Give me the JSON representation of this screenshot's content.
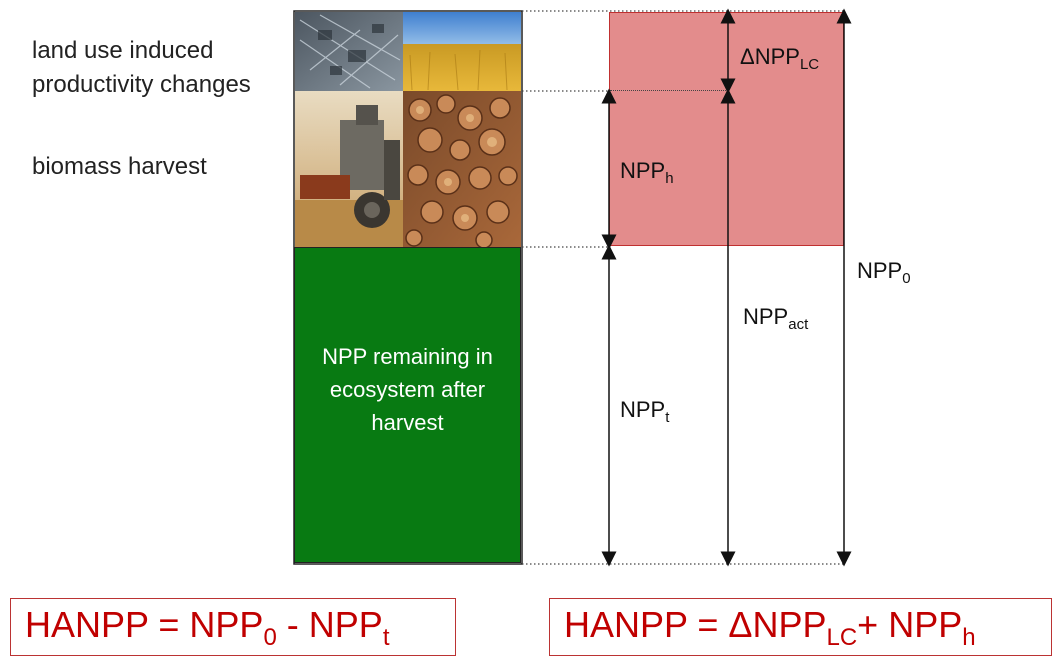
{
  "left_labels": {
    "land_use_line1": "land use induced",
    "land_use_line2": "productivity changes",
    "biomass": "biomass harvest"
  },
  "green_block": {
    "line1": "NPP remaining in",
    "line2": "ecosystem after",
    "line3": "harvest"
  },
  "labels": {
    "delta_npp_lc": {
      "prefix": "ΔNPP",
      "sub": "LC"
    },
    "npp_h": {
      "prefix": "NPP",
      "sub": "h"
    },
    "npp_t": {
      "prefix": "NPP",
      "sub": "t"
    },
    "npp_act": {
      "prefix": "NPP",
      "sub": "act"
    },
    "npp_0": {
      "prefix": "NPP",
      "sub": "0"
    }
  },
  "formula_left": {
    "lhs": "HANPP = NPP",
    "sub1": "0",
    "mid": " - NPP",
    "sub2": "t"
  },
  "formula_right": {
    "lhs": "HANPP = ΔNPP",
    "sub1": "LC",
    "mid": "+ NPP",
    "sub2": "h"
  },
  "colors": {
    "green": "#087a12",
    "red_fill": "#e38c8c",
    "formula_red": "#c00000"
  }
}
